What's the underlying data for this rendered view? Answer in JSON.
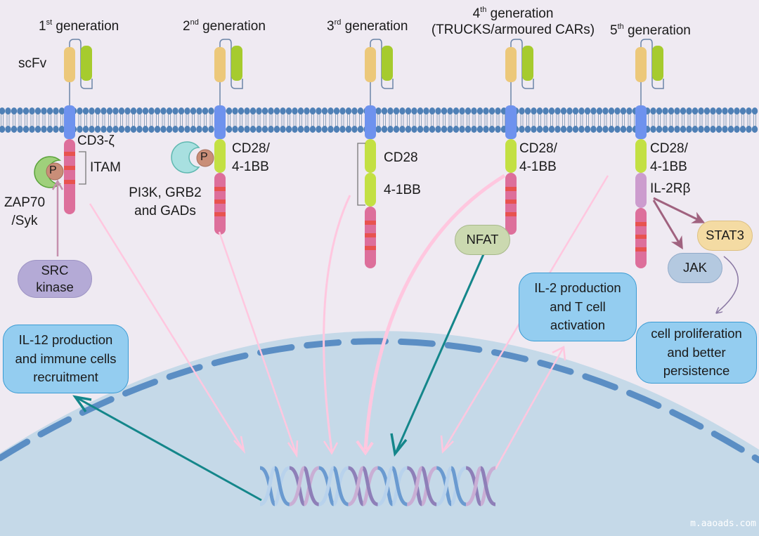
{
  "title": "CAR-T cell generations signaling diagram",
  "generations": [
    {
      "ordinal": "1",
      "suffix": "st",
      "word": "generation"
    },
    {
      "ordinal": "2",
      "suffix": "nd",
      "word": "generation"
    },
    {
      "ordinal": "3",
      "suffix": "rd",
      "word": "generation"
    },
    {
      "ordinal": "4",
      "suffix": "th",
      "word": "generation",
      "subtitle": "(TRUCKS/armoured CARs)"
    },
    {
      "ordinal": "5",
      "suffix": "th",
      "word": "generation"
    }
  ],
  "labels": {
    "scfv": "scFv",
    "cd3z": "CD3-ζ",
    "itam": "ITAM",
    "zap70_line1": "ZAP70",
    "zap70_line2": "/Syk",
    "p": "P",
    "pi3k_line1": "PI3K, GRB2",
    "pi3k_line2": "and GADs",
    "gen2_domain_line1": "CD28/",
    "gen2_domain_line2": "4-1BB",
    "gen3_cd28": "CD28",
    "gen3_41bb": "4-1BB",
    "gen4_domain_line1": "CD28/",
    "gen4_domain_line2": "4-1BB",
    "gen5_domain_line1": "CD28/",
    "gen5_domain_line2": "4-1BB",
    "il2rb": "IL-2Rβ"
  },
  "molecules": {
    "src_line1": "SRC",
    "src_line2": "kinase",
    "nfat": "NFAT",
    "stat3": "STAT3",
    "jak": "JAK"
  },
  "outcomes": {
    "il12_line1": "IL-12 production",
    "il12_line2": "and immune cells",
    "il12_line3": "recruitment",
    "il2_line1": "IL-2 production",
    "il2_line2": "and T cell",
    "il2_line3": "activation",
    "prolif_line1": "cell proliferation",
    "prolif_line2": "and better",
    "prolif_line3": "persistence"
  },
  "watermark": "m.aaoads.com",
  "colors": {
    "background": "#efeaf2",
    "nucleus": "#c5d9e8",
    "nuclear_envelope": "#5b8ec4",
    "membrane_head": "#4f80b6",
    "transmembrane": "#6e92ee",
    "scfv_heavy": "#ecc87a",
    "scfv_light": "#a6cb2e",
    "costim_domain": "#c3e043",
    "cd3z": "#dd6f9b",
    "itam": "#e8534f",
    "il2rb": "#cc9cce",
    "result_box": "#94cdf0",
    "teal_arrow": "#14868a",
    "pink_arrow": "#ffc7df"
  }
}
